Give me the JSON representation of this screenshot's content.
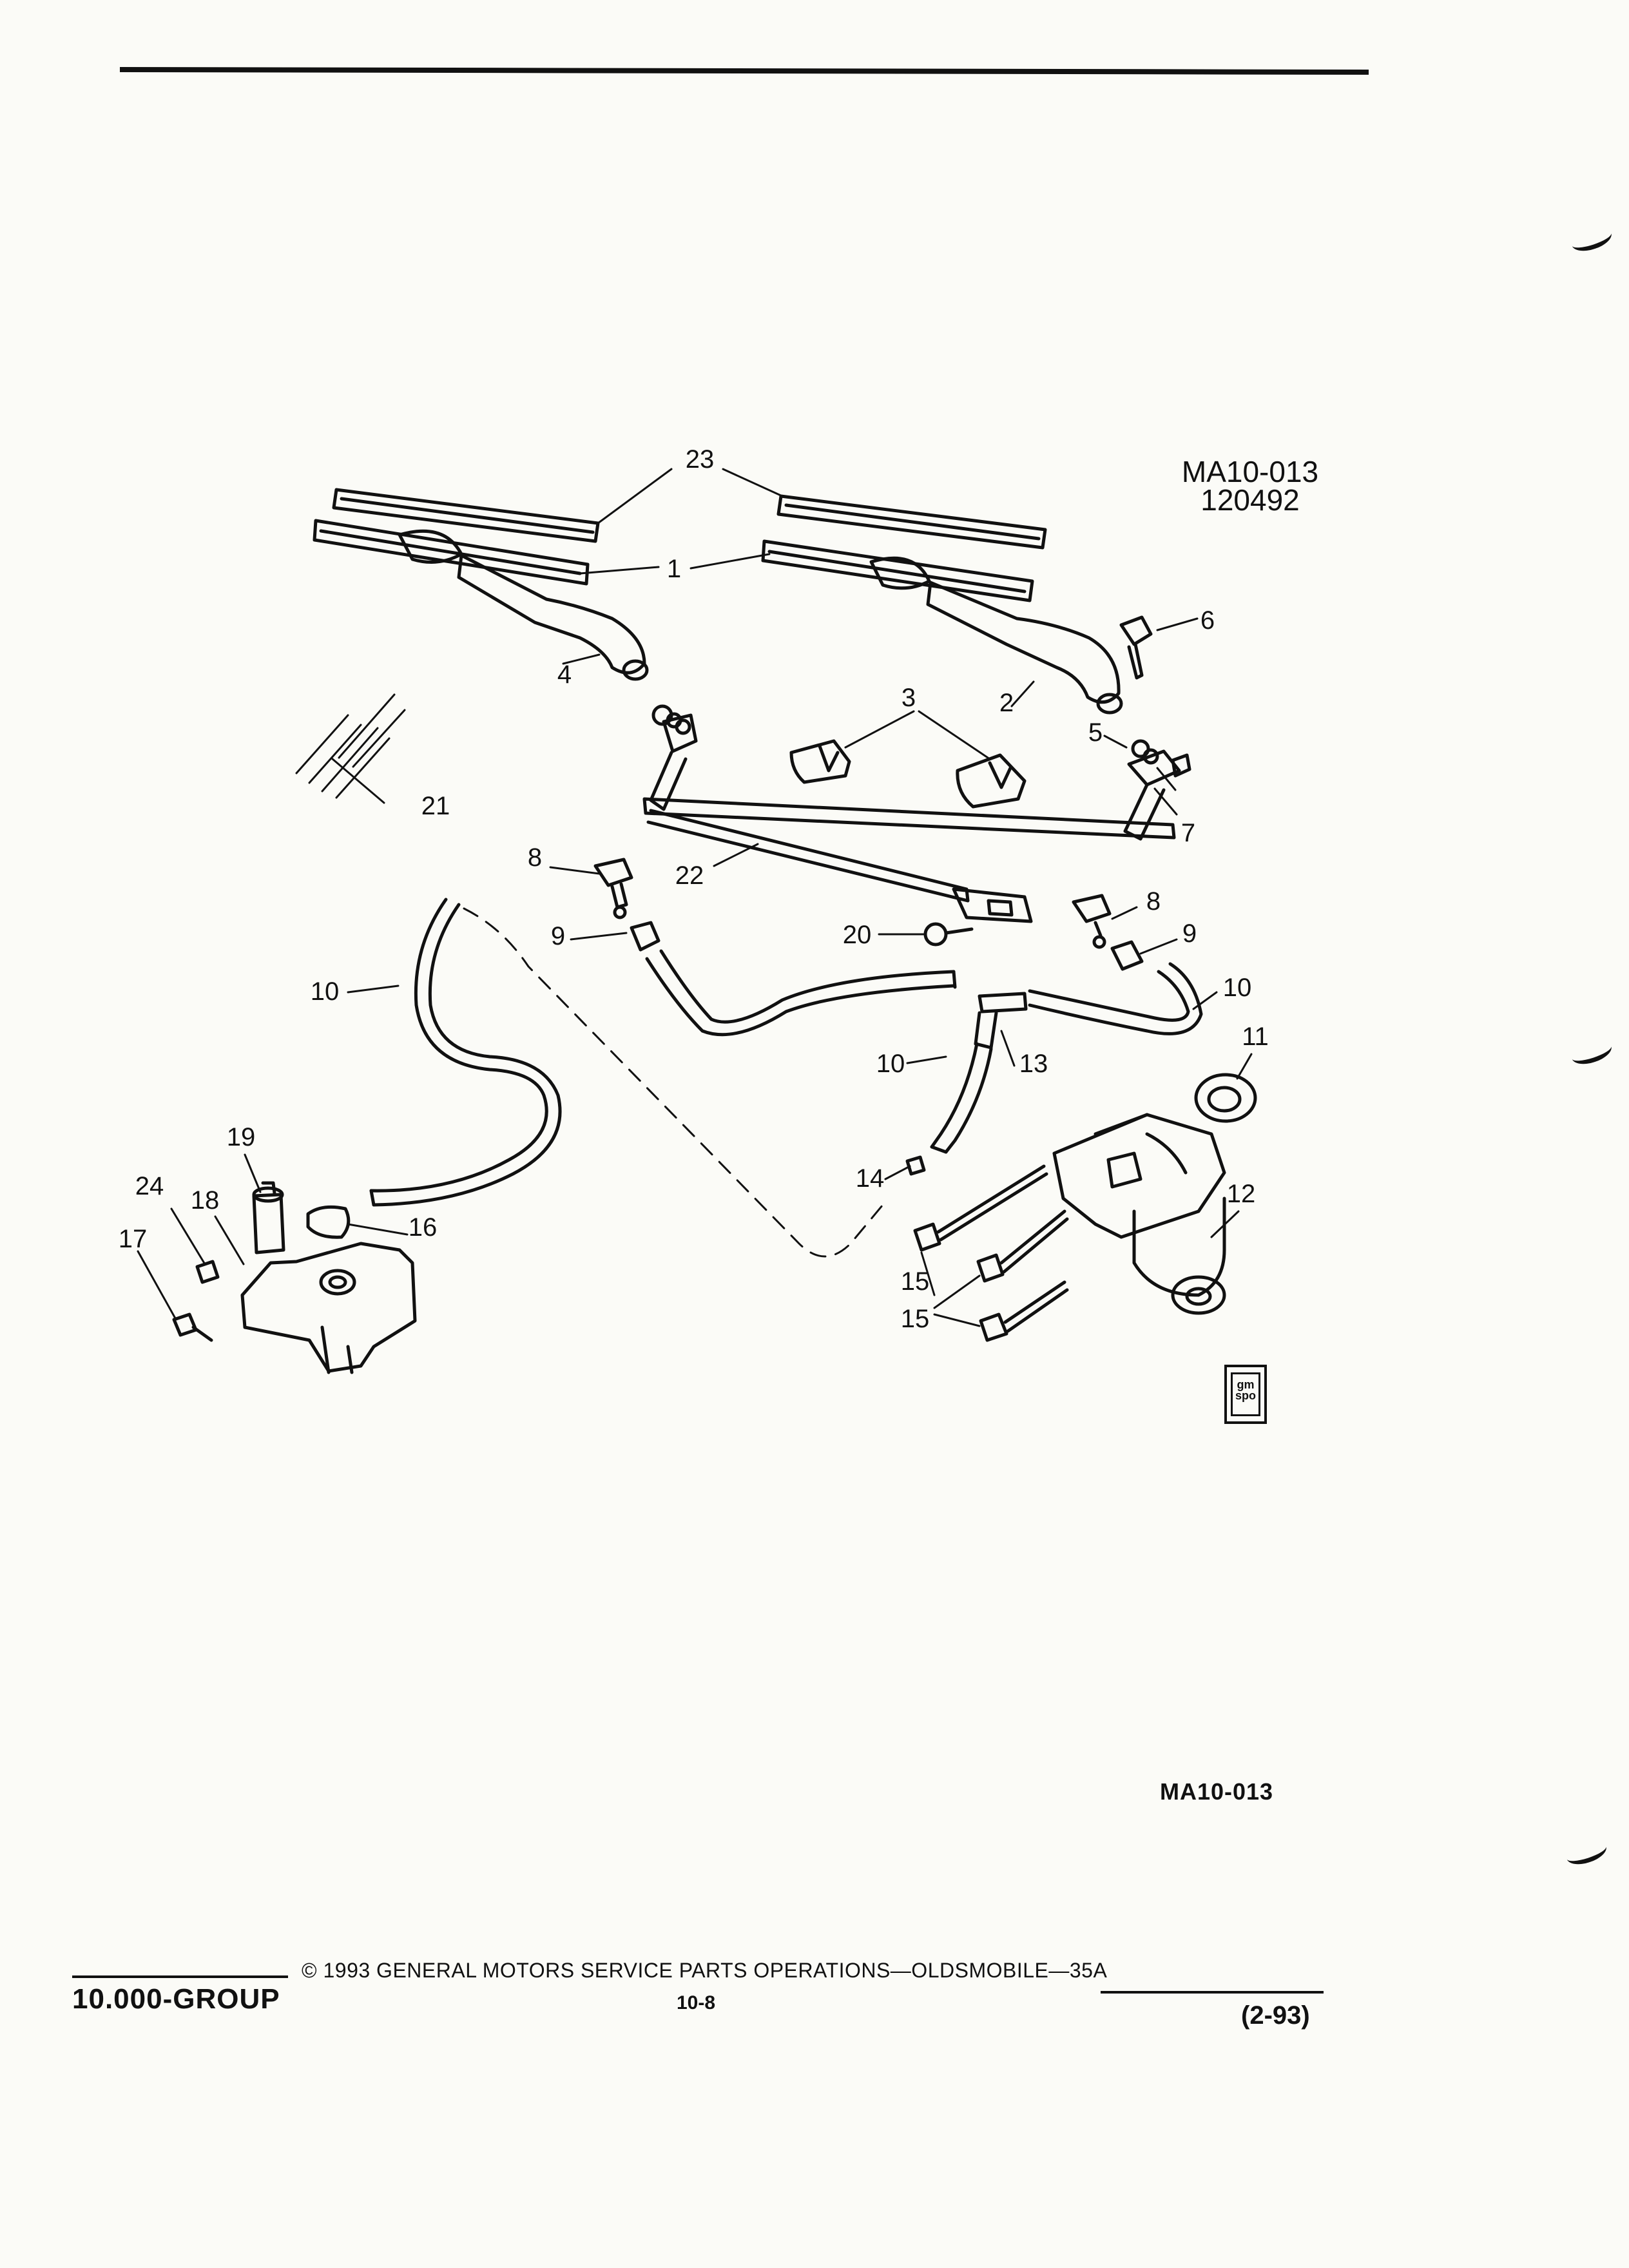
{
  "figure": {
    "code": "MA10-013",
    "date_code": "120492",
    "bottom_code": "MA10-013",
    "callouts": [
      {
        "label": "1"
      },
      {
        "label": "2"
      },
      {
        "label": "3"
      },
      {
        "label": "4"
      },
      {
        "label": "5"
      },
      {
        "label": "6"
      },
      {
        "label": "7"
      },
      {
        "label": "8"
      },
      {
        "label": "8"
      },
      {
        "label": "9"
      },
      {
        "label": "9"
      },
      {
        "label": "10"
      },
      {
        "label": "10"
      },
      {
        "label": "10"
      },
      {
        "label": "11"
      },
      {
        "label": "12"
      },
      {
        "label": "13"
      },
      {
        "label": "14"
      },
      {
        "label": "15"
      },
      {
        "label": "15"
      },
      {
        "label": "16"
      },
      {
        "label": "17"
      },
      {
        "label": "18"
      },
      {
        "label": "19"
      },
      {
        "label": "20"
      },
      {
        "label": "21"
      },
      {
        "label": "22"
      },
      {
        "label": "23"
      },
      {
        "label": "24"
      }
    ]
  },
  "footer": {
    "group": "10.000-GROUP",
    "copyright": "© 1993  GENERAL MOTORS SERVICE PARTS OPERATIONS—OLDSMOBILE—35A",
    "page": "10-8",
    "date": "(2-93)"
  },
  "logo": {
    "line1": "gm",
    "line2": "spo"
  }
}
